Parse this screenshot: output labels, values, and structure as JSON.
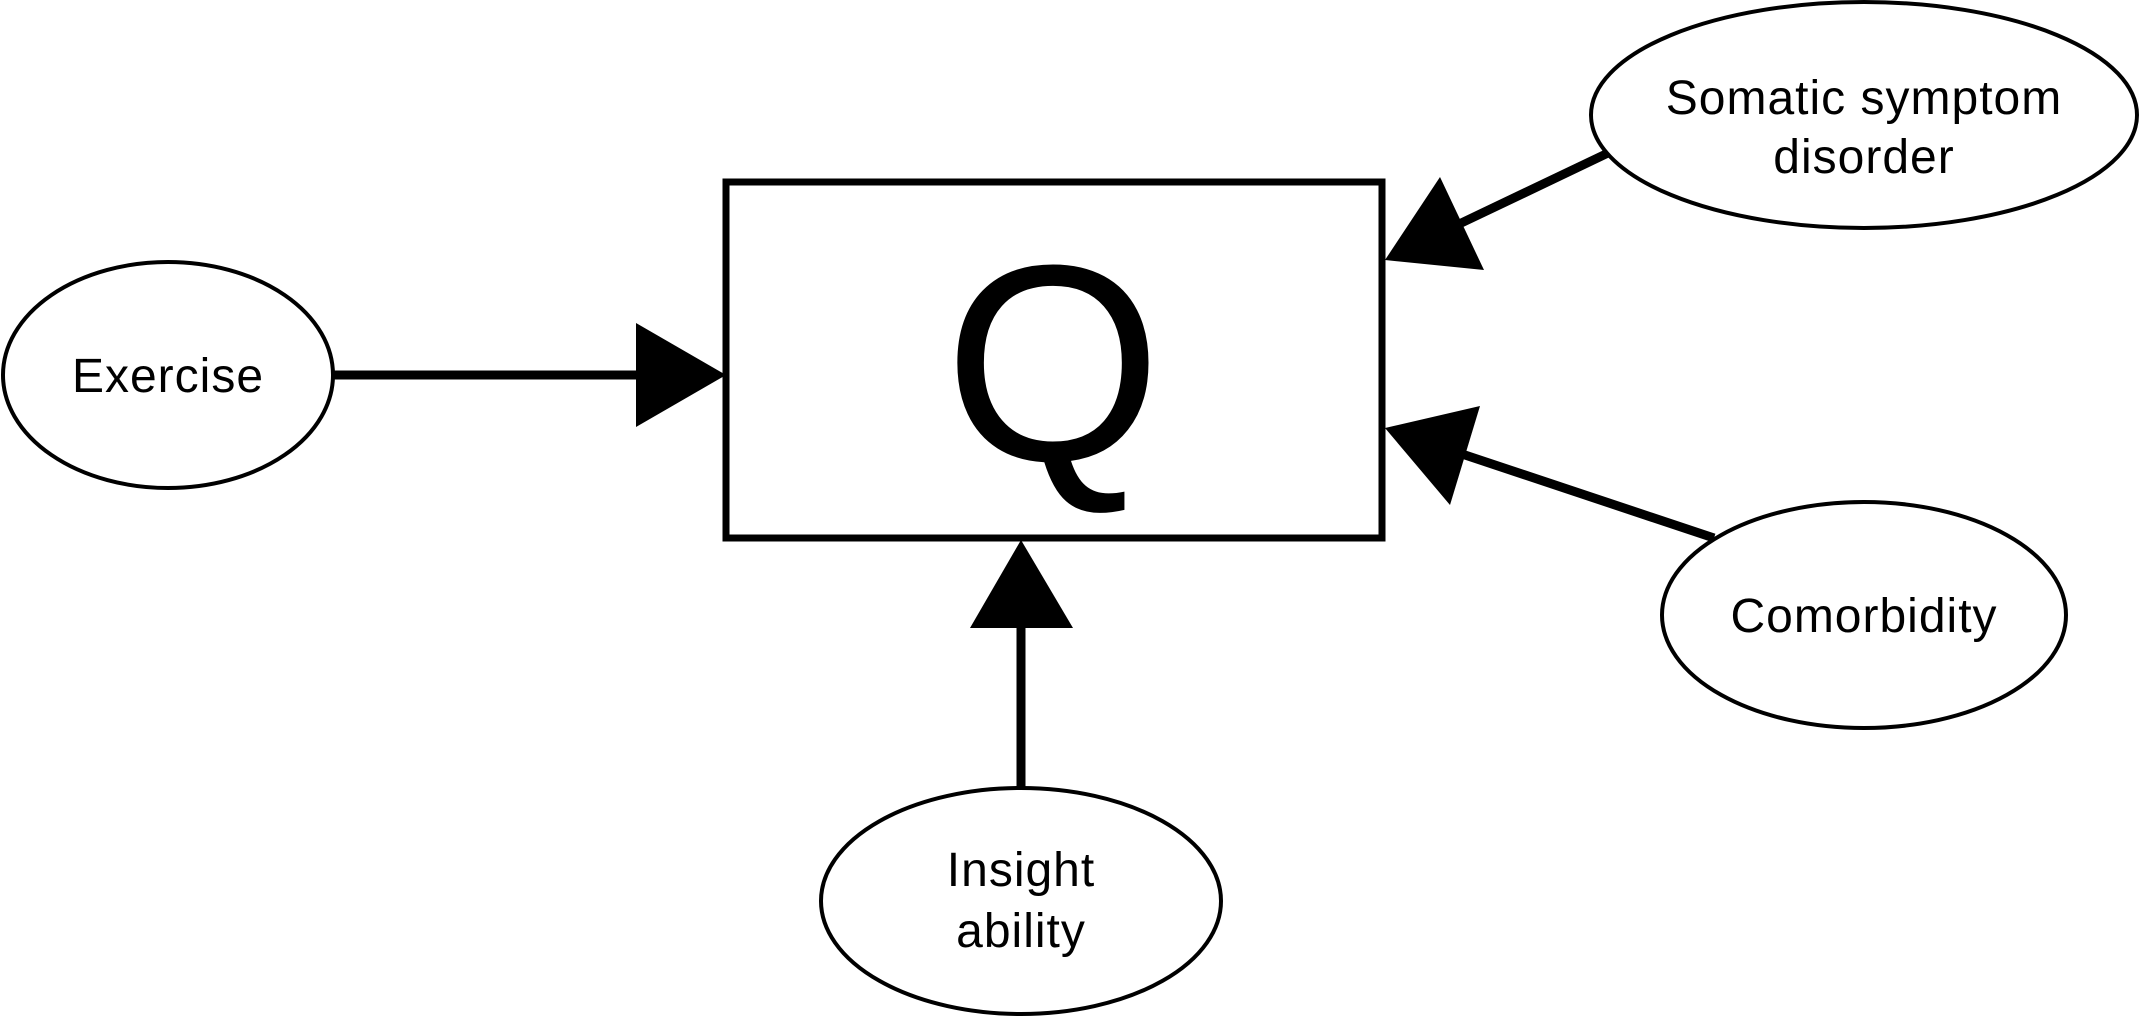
{
  "center": {
    "label": "Q"
  },
  "nodes": [
    {
      "id": "exercise",
      "lines": [
        "Exercise"
      ]
    },
    {
      "id": "insight-ability",
      "lines": [
        "Insight",
        "ability"
      ]
    },
    {
      "id": "somatic-symptom-disorder",
      "lines": [
        "Somatic symptom",
        "disorder"
      ]
    },
    {
      "id": "comorbidity",
      "lines": [
        "Comorbidity"
      ]
    }
  ],
  "edges": [
    {
      "from": "exercise",
      "to": "center"
    },
    {
      "from": "insight-ability",
      "to": "center"
    },
    {
      "from": "somatic-symptom-disorder",
      "to": "center"
    },
    {
      "from": "comorbidity",
      "to": "center"
    }
  ],
  "colors": {
    "stroke": "#000000",
    "fill": "#ffffff"
  }
}
